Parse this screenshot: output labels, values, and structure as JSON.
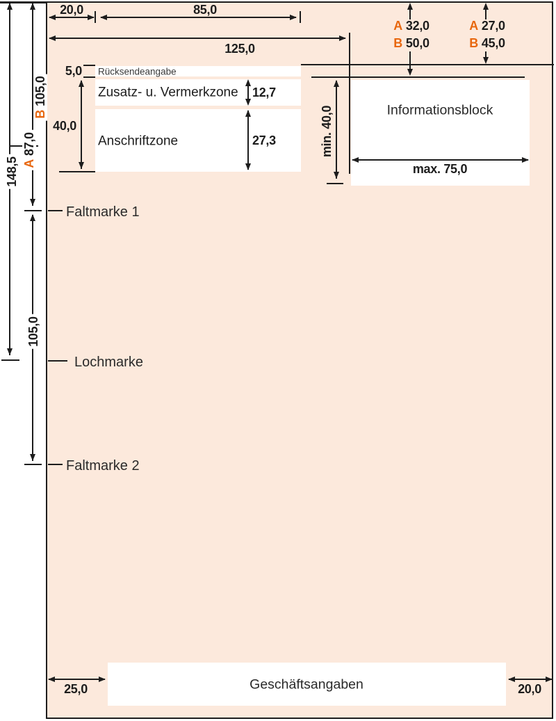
{
  "title": "DIN 5008 letter layout diagram",
  "colors": {
    "accent": "#e8670e",
    "page_bg": "#fce9dc",
    "line": "#1d1d1d"
  },
  "zones": {
    "ruecksendeangabe": "Rücksendeangabe",
    "zusatz_vermerkzone": "Zusatz- u. Vermerkzone",
    "anschriftzone": "Anschriftzone",
    "informationsblock": "Informationsblock",
    "geschaeftsangaben": "Geschäftsangaben"
  },
  "marks": {
    "faltmarke1": "Faltmarke 1",
    "lochmarke": "Lochmarke",
    "faltmarke2": "Faltmarke 2"
  },
  "dims": {
    "left_margin_top": "20,0",
    "address_field_width": "85,0",
    "info_line_width": "125,0",
    "ruecksende_height": "5,0",
    "address_block_height": "40,0",
    "vermerk_height": "12,7",
    "anschrift_height": "27,3",
    "info_top_a": {
      "k": "A",
      "v": "32,0"
    },
    "info_top_b": {
      "k": "B",
      "v": "50,0"
    },
    "addr_top_a": {
      "k": "A",
      "v": "27,0"
    },
    "addr_top_b": {
      "k": "B",
      "v": "45,0"
    },
    "fold1_b": {
      "k": "B",
      "v": "105,0"
    },
    "fold1_a": {
      "k": "A",
      "v": "87,0"
    },
    "loch_from_top": "148,5",
    "fold1_to_fold2": "105,0",
    "info_min_height": "min. 40,0",
    "info_max_width": "max. 75,0",
    "footer_left_margin": "25,0",
    "footer_right_margin": "20,0"
  }
}
